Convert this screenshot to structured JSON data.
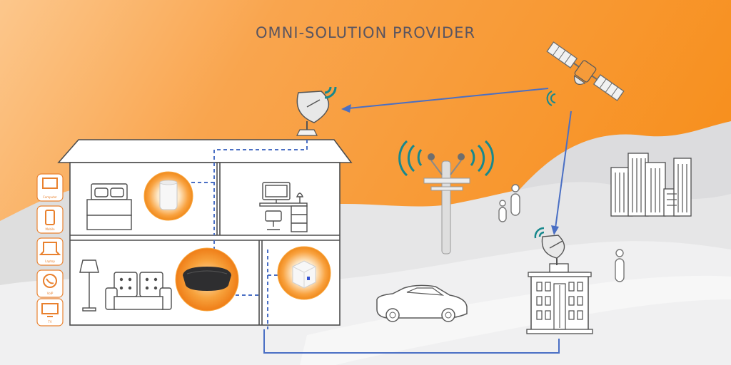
{
  "title": "OMNI-SOLUTION PROVIDER",
  "colors": {
    "orange": "#f7952c",
    "orange_light": "#fbbf7a",
    "link_blue": "#4a6fc4",
    "signal_teal": "#17888d",
    "outline": "#4d4d4d",
    "hill_light": "#e9e9ea",
    "hill_mid": "#d5d5d7"
  },
  "devices": [
    {
      "icon": "computer-icon",
      "label": "Computer"
    },
    {
      "icon": "mobile-phone-icon",
      "label": "Mobile"
    },
    {
      "icon": "laptop-icon",
      "label": "Laptop"
    },
    {
      "icon": "voip-phone-icon",
      "label": "VoIP"
    },
    {
      "icon": "tv-icon",
      "label": "TV"
    }
  ]
}
